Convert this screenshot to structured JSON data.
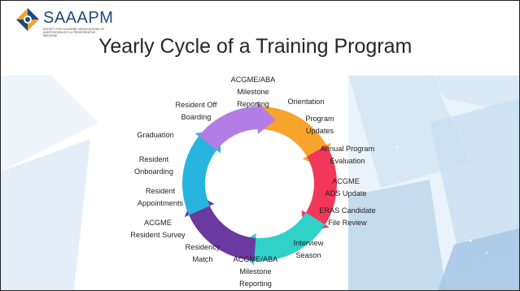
{
  "logo": {
    "name": "SAAAPM",
    "subtitle": "SOCIETY FOR ACADEMIC ASSOCIATIONS OF ANESTHESIOLOGY & PERIOPERATIVE MEDICINE"
  },
  "title": "Yearly Cycle of a Training Program",
  "colors": {
    "orange": "#f7a42c",
    "red": "#f2385a",
    "teal": "#2fd1c9",
    "purple": "#6a3aa0",
    "cyan": "#27b5e0",
    "lavender": "#b37de6"
  },
  "labels": {
    "milestone_top": "ACGME/ABA\nMilestone\nReporting",
    "orientation": "Orientation",
    "program_updates": "Program\nUpdates",
    "annual_eval": "Annual Program\nEvaluation",
    "ads_update": "ACGME\nADS Update",
    "eras": "ERAS Candidate\nFile Review",
    "interview": "Interview\nSeason",
    "milestone_bottom": "ACGME/ABA\nMilestone\nReporting",
    "residency_match": "Residency\nMatch",
    "resident_survey": "ACGME\nResident Survey",
    "appointments": "Resident\nAppointments",
    "onboarding": "Resident\nOnboarding",
    "graduation": "Graduation",
    "offboarding": "Resident Off\nBoarding"
  }
}
